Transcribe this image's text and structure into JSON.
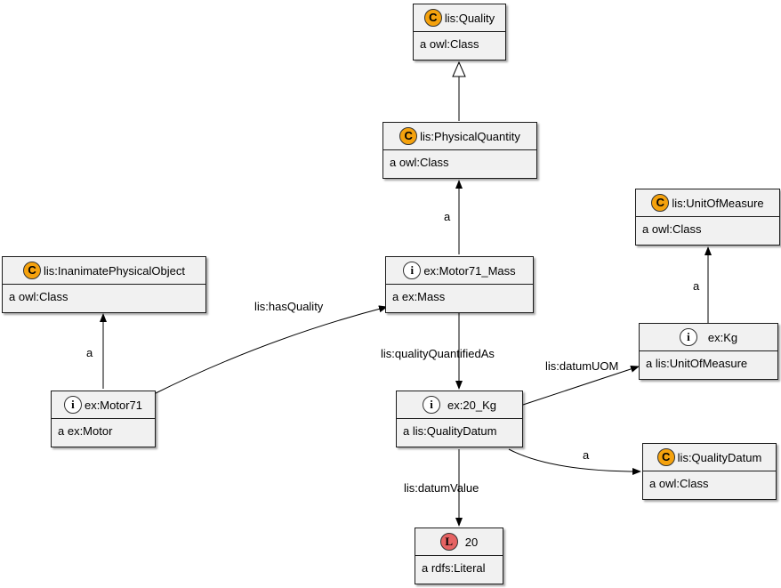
{
  "nodes": {
    "quality": {
      "badge": "C",
      "name": "lis:Quality",
      "type": "a owl:Class"
    },
    "physical_quantity": {
      "badge": "C",
      "name": "lis:PhysicalQuantity",
      "type": "a owl:Class"
    },
    "unit_of_measure": {
      "badge": "C",
      "name": "lis:UnitOfMeasure",
      "type": "a owl:Class"
    },
    "inanimate_object": {
      "badge": "C",
      "name": "lis:InanimatePhysicalObject",
      "type": "a owl:Class"
    },
    "motor71_mass": {
      "badge": "i",
      "name": "ex:Motor71_Mass",
      "type": "a ex:Mass"
    },
    "kg": {
      "badge": "i",
      "name": "ex:Kg",
      "type": "a lis:UnitOfMeasure"
    },
    "motor71": {
      "badge": "i",
      "name": "ex:Motor71",
      "type": "a ex:Motor"
    },
    "twenty_kg": {
      "badge": "i",
      "name": "ex:20_Kg",
      "type": "a lis:QualityDatum"
    },
    "quality_datum": {
      "badge": "C",
      "name": "lis:QualityDatum",
      "type": "a owl:Class"
    },
    "literal_20": {
      "badge": "L",
      "name": "20",
      "type": "a rdfs:Literal"
    }
  },
  "edge_labels": {
    "a_physqty": "a",
    "a_unit": "a",
    "has_quality": "lis:hasQuality",
    "a_inanimate": "a",
    "quality_quantified_as": "lis:qualityQuantifiedAs",
    "datum_uom": "lis:datumUOM",
    "a_quality_datum": "a",
    "datum_value": "lis:datumValue"
  }
}
